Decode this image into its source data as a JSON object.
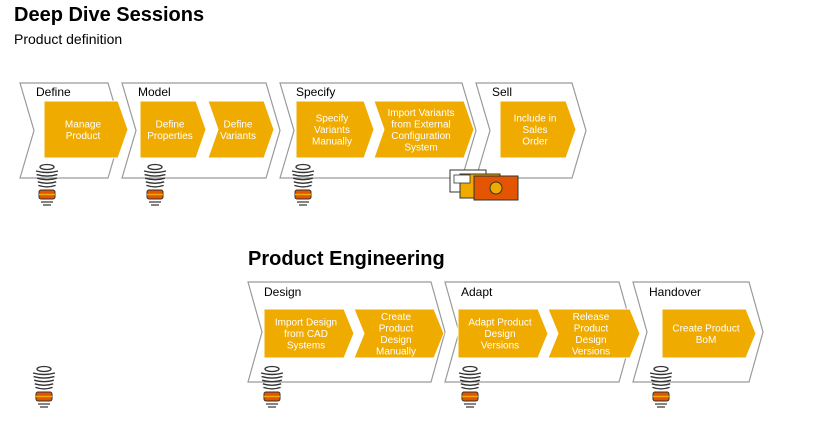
{
  "title": "Deep Dive Sessions",
  "subtitle": "Product definition",
  "section2_title": "Product Engineering",
  "colors": {
    "step_fill": "#F0AB00",
    "outline": "#9A9A9A",
    "step_text": "#FFFFFF",
    "bulb_base": "#E35500"
  },
  "rows": [
    {
      "phases": [
        {
          "label": "Define",
          "steps": [
            {
              "lines": [
                "Manage",
                "Product"
              ]
            }
          ]
        },
        {
          "label": "Model",
          "steps": [
            {
              "lines": [
                "Define",
                "Properties"
              ]
            },
            {
              "lines": [
                "Define",
                "Variants"
              ]
            }
          ]
        },
        {
          "label": "Specify",
          "steps": [
            {
              "lines": [
                "Specify",
                "Variants",
                "Manually"
              ]
            },
            {
              "lines": [
                "Import Variants",
                "from External",
                "Configuration",
                "System"
              ]
            }
          ]
        },
        {
          "label": "Sell",
          "steps": [
            {
              "lines": [
                "Include in",
                "Sales",
                "Order"
              ]
            }
          ]
        }
      ]
    },
    {
      "phases": [
        {
          "label": "Design",
          "steps": [
            {
              "lines": [
                "Import Design",
                "from CAD",
                "Systems"
              ]
            },
            {
              "lines": [
                "Create",
                "Product",
                "Design",
                "Manually"
              ]
            }
          ]
        },
        {
          "label": "Adapt",
          "steps": [
            {
              "lines": [
                "Adapt Product",
                "Design",
                "Versions"
              ]
            },
            {
              "lines": [
                "Release",
                "Product",
                "Design",
                "Versions"
              ]
            }
          ]
        },
        {
          "label": "Handover",
          "steps": [
            {
              "lines": [
                "Create Product",
                "BoM"
              ]
            }
          ]
        }
      ]
    }
  ],
  "icons": [
    "lightbulb-icon",
    "money-bills-icon"
  ]
}
